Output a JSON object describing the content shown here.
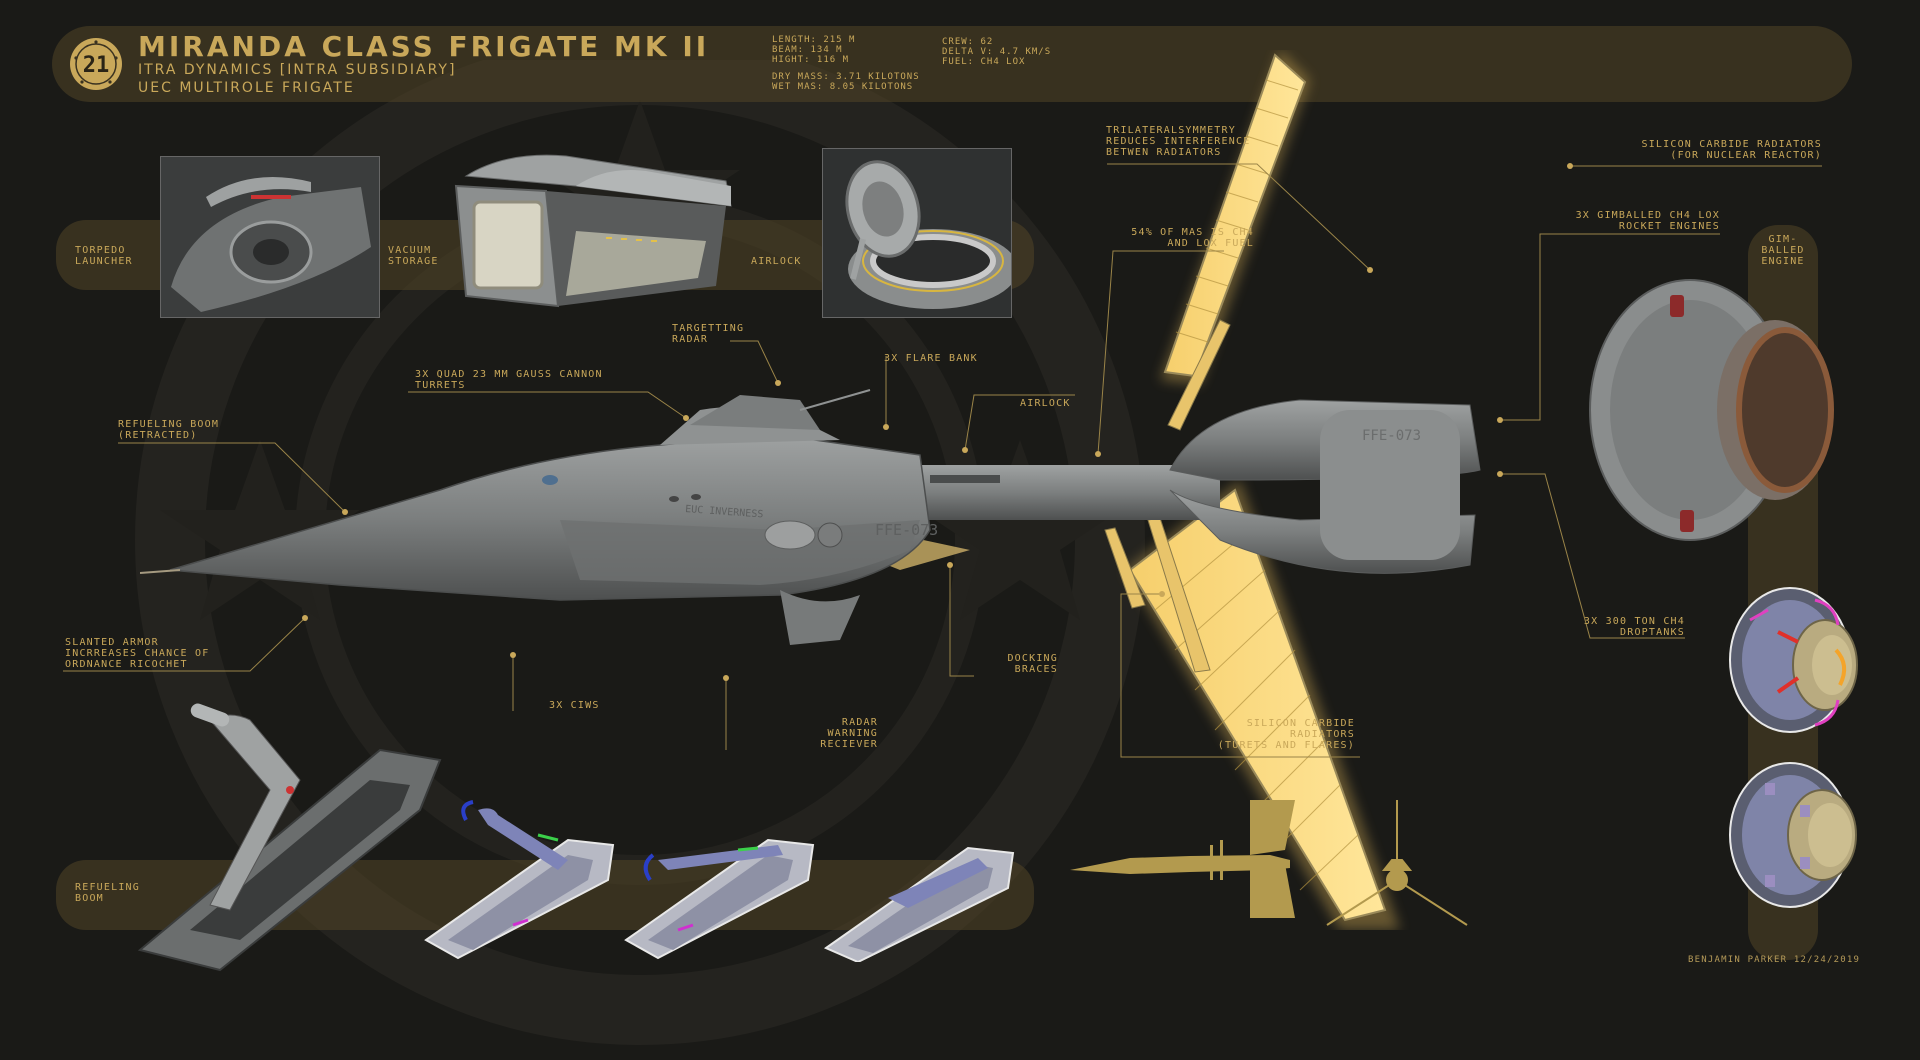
{
  "header": {
    "title": "MIRANDA CLASS FRIGATE MK II",
    "subtitle_1": "ITRA DYNAMICS [INTRA SUBSIDIARY]",
    "subtitle_2": "UEC MULTIROLE FRIGATE",
    "logo_text": "21",
    "specs_col1": [
      "LENGTH: 215 M",
      "BEAM: 134 M",
      "HIGHT: 116 M"
    ],
    "specs_col1b": [
      "DRY MASS: 3.71 KILOTONS",
      "WET MAS: 8.05 KILOTONS"
    ],
    "specs_col2": [
      "CREW: 62",
      "DELTA V: 4.7 KM/S",
      "FUEL: CH4 LOX"
    ]
  },
  "top_band": {
    "torpedo": "TORPEDO\nLAUNCHER",
    "vacuum": "VACUUM\nSTORAGE",
    "airlock": "AIRLOCK"
  },
  "bottom_band": {
    "refueling": "REFUELING\nBOOM"
  },
  "right_band": {
    "gimballed": "GIM-\nBALLED\nENGINE"
  },
  "callouts": {
    "refuel_retracted": "REFUELING BOOM\n(RETRACTED)",
    "gauss": "3X QUAD 23 MM GAUSS CANNON\nTURRETS",
    "radar": "TARGETTING\nRADAR",
    "flare": "3X FLARE BANK",
    "airlock2": "AIRLOCK",
    "ch4": "54% OF MAS IS CH4\nAND LOX FUEL",
    "trilateral": "TRILATERALSYMMETRY\nREDUCES INTERFERENCE\nBETWEN RADIATORS",
    "sic_nuclear": "SILICON CARBIDE RADIATORS\n(FOR NUCLEAR REACTOR)",
    "gimballed_engines": "3X GIMBALLED CH4 LOX\nROCKET ENGINES",
    "slanted": "SLANTED ARMOR\nINCRREASES CHANCE OF\nORDNANCE RICOCHET",
    "ciws": "3X CIWS",
    "rwr": "RADAR\nWARNING\nRECIEVER",
    "docking": "DOCKING\nBRACES",
    "sic_turrets": "SILICON CARBIDE\nRADIATORS\n(TURETS AND FLARES)",
    "droptanks": "3X 300 TON CH4\nDROPTANKS"
  },
  "hull_markings": {
    "name": "EUC INVERNESS",
    "reg": "FFE-073"
  },
  "signature": "BENJAMIN PARKER 12/24/2019",
  "colors": {
    "background": "#1a1a17",
    "gold": "#c9a85a",
    "band": "#524626",
    "radiator_glow": "#ffd77a",
    "hull": "#8d8f8f"
  }
}
